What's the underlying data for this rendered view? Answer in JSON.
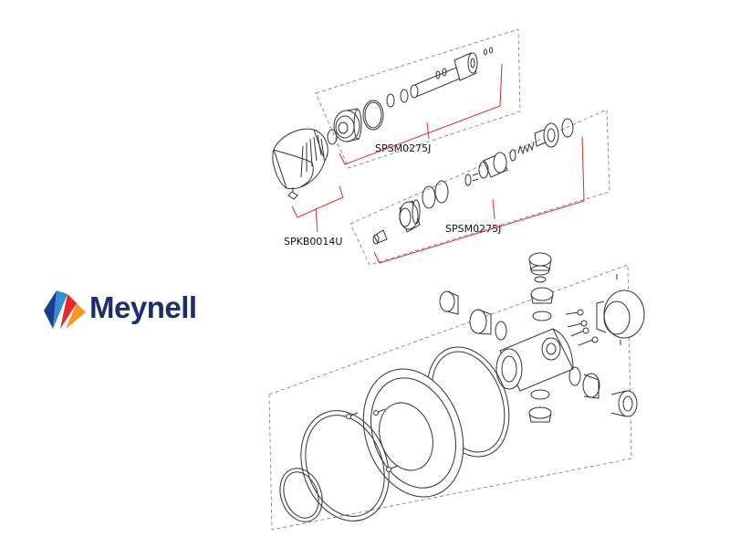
{
  "brand": {
    "name": "Meynell",
    "text_color": "#1b2f6e",
    "logo_colors": [
      "#1b3f8f",
      "#2f8fd4",
      "#e8262c",
      "#f39a1f"
    ]
  },
  "callouts": [
    {
      "id": "cartridge",
      "label": "SPSM0275J"
    },
    {
      "id": "cover",
      "label": "SPKB0014U"
    },
    {
      "id": "valve",
      "label": "SPSM0275J"
    }
  ],
  "colors": {
    "bracket": "#e8262c",
    "line": "#333333",
    "dashed_frame": "#777777"
  }
}
